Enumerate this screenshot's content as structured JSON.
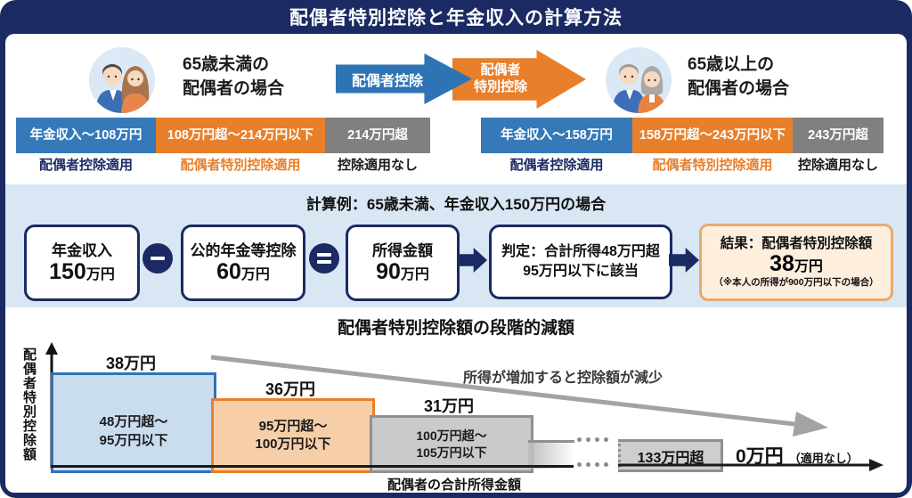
{
  "header": {
    "title": "配偶者特別控除と年金収入の計算方法"
  },
  "arrows": {
    "blue_label": "配偶者控除",
    "orange_line1": "配偶者",
    "orange_line2": "特別控除"
  },
  "groups": [
    {
      "heading1": "65歳未満の",
      "heading2": "配偶者の場合",
      "cells": [
        "年金収入～108万円",
        "108万円超～214万円以下",
        "214万円超"
      ],
      "labels": [
        "配偶者控除適用",
        "配偶者特別控除適用",
        "控除適用なし"
      ]
    },
    {
      "heading1": "65歳以上の",
      "heading2": "配偶者の場合",
      "cells": [
        "年金収入～158万円",
        "158万円超～243万円以下",
        "243万円超"
      ],
      "labels": [
        "配偶者控除適用",
        "配偶者特別控除適用",
        "控除適用なし"
      ]
    }
  ],
  "calc": {
    "title": "計算例：65歳未満、年金収入150万円の場合",
    "boxes": [
      {
        "label": "年金収入",
        "num": "150",
        "unit": "万円"
      },
      {
        "label": "公的年金等控除",
        "num": "60",
        "unit": "万円"
      },
      {
        "label": "所得金額",
        "num": "90",
        "unit": "万円"
      }
    ],
    "judge": {
      "line1": "判定：合計所得48万円超",
      "line2": "95万円以下に該当"
    },
    "result": {
      "title": "結果：配偶者特別控除額",
      "num": "38",
      "unit": "万円",
      "note": "（※本人の所得が900万円以下の場合）"
    }
  },
  "chart": {
    "title": "配偶者特別控除額の段階的減額",
    "ylabel": "配偶者特別控除額",
    "xlabel": "配偶者の合計所得金額",
    "annotation": "所得が増加すると控除額が減少",
    "bars": [
      {
        "value": "38万円",
        "range1": "48万円超～",
        "range2": "95万円以下"
      },
      {
        "value": "36万円",
        "range1": "95万円超～",
        "range2": "100万円以下"
      },
      {
        "value": "31万円",
        "range1": "100万円超～",
        "range2": "105万円以下"
      }
    ],
    "last_box": "133万円超",
    "zero_value": "0万円",
    "zero_note": "（適用なし）"
  },
  "chart_data": {
    "type": "bar",
    "title": "配偶者特別控除額の段階的減額",
    "xlabel": "配偶者の合計所得金額",
    "ylabel": "配偶者特別控除額",
    "categories": [
      "48万円超～95万円以下",
      "95万円超～100万円以下",
      "100万円超～105万円以下",
      "…",
      "133万円超"
    ],
    "values": [
      38,
      36,
      31,
      null,
      0
    ],
    "unit": "万円",
    "annotation": "所得が増加すると控除額が減少",
    "legend_position": "none",
    "grid": false
  },
  "colors": {
    "navy": "#1b2a63",
    "blue": "#2e74b5",
    "orange": "#e87f2b",
    "gray": "#808080",
    "band_bg": "#d9e7f4"
  }
}
